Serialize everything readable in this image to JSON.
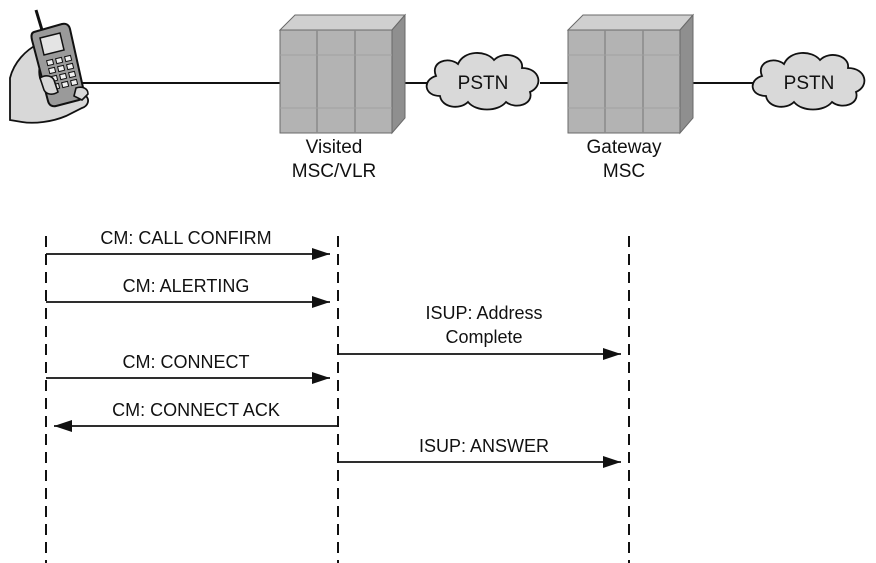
{
  "nodes": {
    "visited_msc": {
      "line1": "Visited",
      "line2": "MSC/VLR"
    },
    "gateway_msc": {
      "line1": "Gateway",
      "line2": "MSC"
    },
    "pstn_1": "PSTN",
    "pstn_2": "PSTN"
  },
  "messages": [
    {
      "line1": "CM: CALL CONFIRM",
      "line2": "",
      "from": "mobile",
      "to": "visited_msc"
    },
    {
      "line1": "CM: ALERTING",
      "line2": "",
      "from": "mobile",
      "to": "visited_msc"
    },
    {
      "line1": "ISUP: Address",
      "line2": "Complete",
      "from": "visited_msc",
      "to": "gateway_msc"
    },
    {
      "line1": "CM: CONNECT",
      "line2": "",
      "from": "mobile",
      "to": "visited_msc"
    },
    {
      "line1": "CM: CONNECT ACK",
      "line2": "",
      "from": "visited_msc",
      "to": "mobile"
    },
    {
      "line1": "ISUP: ANSWER",
      "line2": "",
      "from": "visited_msc",
      "to": "gateway_msc"
    }
  ],
  "colors": {
    "switch_fill": "#b3b3b3",
    "switch_dark": "#8f8f8f",
    "switch_light": "#d0d0d0",
    "cloud_fill": "#d9d9d9",
    "line": "#111111"
  }
}
